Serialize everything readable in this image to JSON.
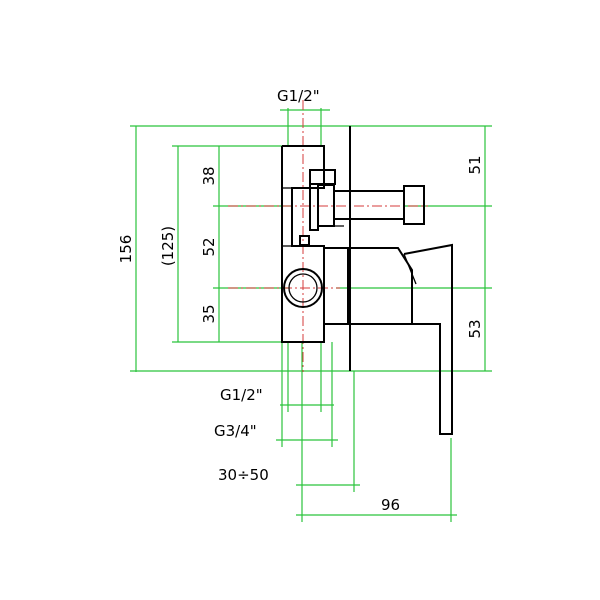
{
  "drawing": {
    "colors": {
      "dimension": "#2bc33c",
      "centerline": "#d63b3b",
      "outline": "#000000",
      "background": "#ffffff"
    },
    "dimensions": {
      "overall_height": "156",
      "body_height": "(125)",
      "top_offset": "38",
      "middle_spacing": "52",
      "bottom_offset": "35",
      "right_top": "51",
      "right_bottom": "53",
      "top_connection": "G1/2\"",
      "outlet_half": "G1/2\"",
      "outlet_three_quarter": "G3/4\"",
      "wall_range": "30÷50",
      "projection": "96"
    }
  }
}
